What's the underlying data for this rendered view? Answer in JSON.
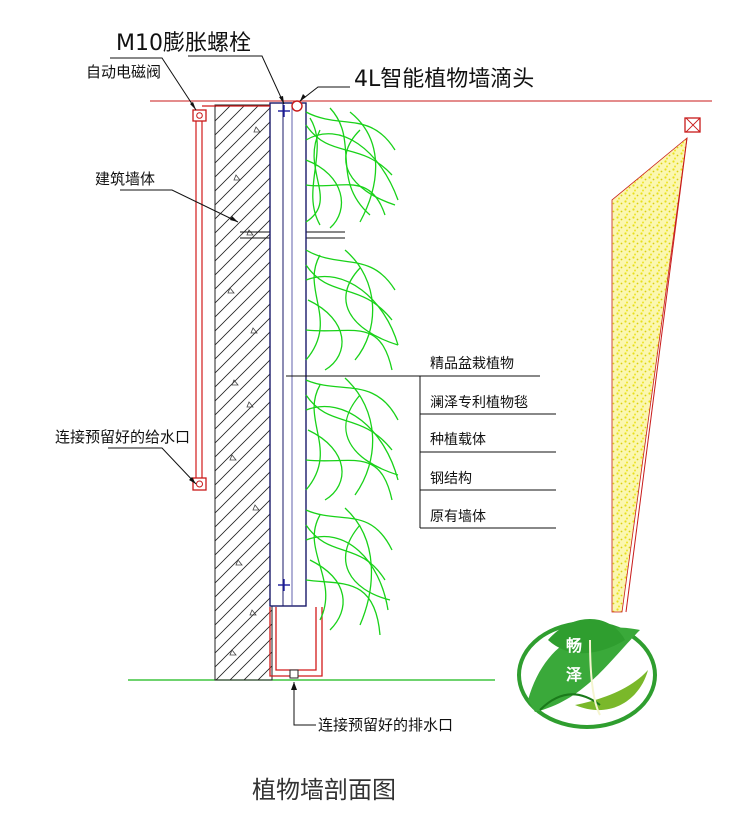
{
  "labels": {
    "bolt": "M10膨胀螺栓",
    "valve": "自动电磁阀",
    "drip": "4L智能植物墙滴头",
    "wall": "建筑墙体",
    "water_in": "连接预留好的给水口",
    "drain": "连接预留好的排水口"
  },
  "layers": [
    "精品盆栽植物",
    "澜泽专利植物毯",
    "种植载体",
    "钢结构",
    "原有墙体"
  ],
  "logo": {
    "char1": "畅",
    "char2": "泽"
  },
  "title": "植物墙剖面图",
  "colors": {
    "plant": "#19d219",
    "pipe": "#d21a1a",
    "frame": "#1a1a7a",
    "spray": "#f2ec3a",
    "logo_green": "#2f9e2f"
  }
}
